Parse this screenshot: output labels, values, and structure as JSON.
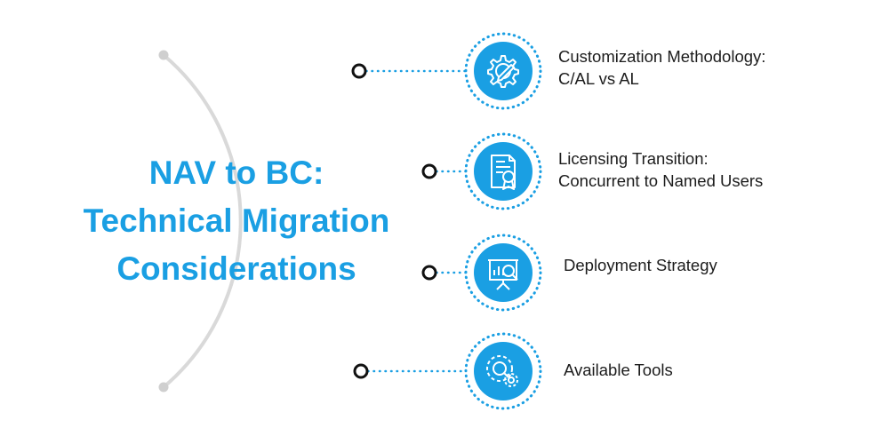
{
  "title": {
    "line1": "NAV to BC:",
    "line2": "Technical Migration",
    "line3": "Considerations"
  },
  "colors": {
    "accent": "#1a9fe3",
    "arc": "#d9d9d9",
    "text": "#1c1c1c",
    "node_stroke": "#111111"
  },
  "items": [
    {
      "icon": "settings-pencil-icon",
      "line1": "Customization Methodology:",
      "line2": "C/AL vs AL"
    },
    {
      "icon": "certificate-icon",
      "line1": "Licensing Transition:",
      "line2": "Concurrent to Named Users"
    },
    {
      "icon": "presentation-chart-icon",
      "line1": "Deployment Strategy",
      "line2": ""
    },
    {
      "icon": "gears-search-icon",
      "line1": "Available Tools",
      "line2": ""
    }
  ]
}
